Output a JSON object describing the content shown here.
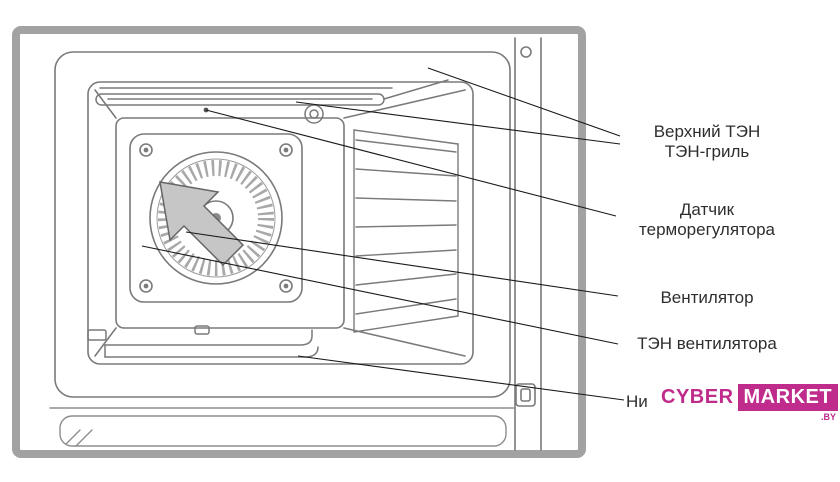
{
  "diagram": {
    "labels": [
      {
        "id": "upper-heater",
        "lines": [
          "Верхний ТЭН",
          "ТЭН-гриль"
        ]
      },
      {
        "id": "thermostat-sensor",
        "lines": [
          "Датчик",
          "терморегулятора"
        ]
      },
      {
        "id": "fan",
        "lines": [
          "Вентилятор"
        ]
      },
      {
        "id": "fan-heater",
        "lines": [
          "ТЭН вентилятора"
        ]
      },
      {
        "id": "lower-heater",
        "lines": [
          "Ни"
        ]
      }
    ]
  },
  "watermark": {
    "brand_top": "CYBER",
    "brand_bottom": "MARKET",
    "tld": ".BY",
    "accent_color": "#bf2c8c"
  }
}
